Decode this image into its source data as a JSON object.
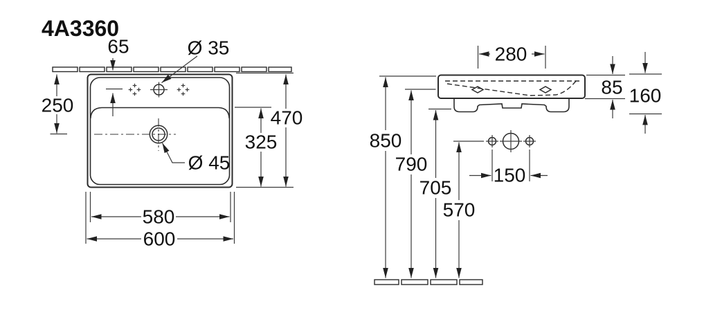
{
  "title": "4A3360",
  "colors": {
    "background": "#ffffff",
    "line": "#2b2b2b",
    "text": "#111111"
  },
  "top_view": {
    "dims": {
      "tap_offset": "65",
      "tap_diameter": "Ø 35",
      "rear_to_drain": "250",
      "overall_depth": "470",
      "bowl_depth": "325",
      "drain_diameter": "Ø 45",
      "bowl_width": "580",
      "overall_width": "600"
    }
  },
  "side_view": {
    "dims": {
      "fixing_spacing": "280",
      "apron_height": "85",
      "body_height": "160",
      "rim_height": "850",
      "fixing_height": "790",
      "underside_height": "705",
      "connection_height": "570",
      "connection_spacing": "150"
    }
  }
}
